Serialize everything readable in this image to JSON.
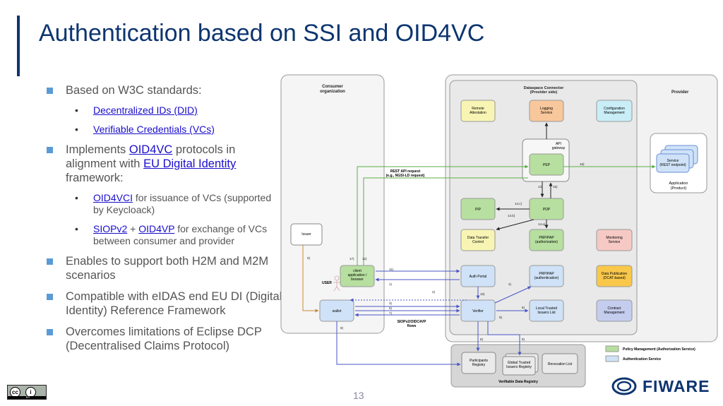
{
  "slide": {
    "title": "Authentication based on SSI and OID4VC",
    "page_number": "13"
  },
  "bullets": {
    "w3c": "Based on W3C standards:",
    "did_link": "Decentralized IDs (DID)",
    "vc_link": "Verifiable Credentials (VCs)",
    "impl_pre": "Implements ",
    "impl_link1": "OID4VC",
    "impl_mid": " protocols in alignment with ",
    "impl_link2": "EU Digital Identity",
    "impl_post": " framework:",
    "oid4vci_link": "OID4VCI",
    "oid4vci_text": " for issuance of VCs (supported by Keycloack)",
    "siop_link": "SIOPv2",
    "siop_plus": " + ",
    "oid4vp_link": "OID4VP",
    "siop_text": " for exchange of VCs between consumer and provider",
    "h2m": "Enables to support both H2M and M2M scenarios",
    "eidas": "Compatible with eIDAS end EU DI (Digital Identity) Reference Framework",
    "dcp": "Overcomes limitations of Eclipse DCP (Decentralised Claims Protocol)"
  },
  "diagram": {
    "consumer_org": [
      "Consumer",
      "organization"
    ],
    "connector_title": [
      "Dataspace Connector",
      "(Provider side)"
    ],
    "provider": "Provider",
    "remote_attestation": [
      "Remote",
      "Attestation"
    ],
    "logging_service": [
      "Logging",
      "Service"
    ],
    "configuration_management": [
      "Configuration",
      "Management"
    ],
    "api_gateway": [
      "API",
      "gateway"
    ],
    "pep": "PEP",
    "service": [
      "Service",
      "(REST endpoint)"
    ],
    "application": [
      "Application",
      "(Product)"
    ],
    "rest_api_request": [
      "REST API request",
      "(e.g., NGSI-LD request)"
    ],
    "pip": "PIP",
    "pdp": "PDP",
    "issuer": "Issuer",
    "data_transfer_control": [
      "Data Transfer",
      "Control"
    ],
    "prp_pap_authorization": [
      "PRP/PAP",
      "(authorization)"
    ],
    "monitoring_service": [
      "Monitoring",
      "Service"
    ],
    "user": "USER",
    "client_app": [
      "client",
      "application /",
      "browser"
    ],
    "auth_portal": "Auth Portal",
    "prp_pap_authentication": [
      "PRP/PAP",
      "(authentication)"
    ],
    "data_publication": [
      "Data Publication",
      "(DCAT-based)"
    ],
    "wallet": "wallet",
    "verifier": "Verifier",
    "local_trusted_issuers": [
      "Local Trusted",
      "Issuers List"
    ],
    "contract_management": [
      "Contract",
      "Management"
    ],
    "flows": [
      "SIOPv2/OIDC4VP",
      "flows"
    ],
    "participants_registry": [
      "Participants",
      "Registry"
    ],
    "global_trusted_issuers": [
      "Global Trusted",
      "Issuers Registry"
    ],
    "revocation_list": "Revocation List",
    "verifiable_data_registry": "Verifiable Data Registry",
    "legend_policy": "Policy Management (Authorization Service)",
    "legend_auth": "Authentication Service",
    "flow_labels": {
      "l16": "16)",
      "l13": "13)",
      "l15": "15)",
      "l14c": "14.c)",
      "l14b": "14.b)",
      "l14a": "14.a)",
      "l0": "0)",
      "l17": "17)",
      "l12": "12)",
      "l11": "11)",
      "l1": "1)",
      "l2": "2)",
      "l10": "10)",
      "l4": "4)",
      "l3": "3)",
      "l5": "5)",
      "l7": "7)",
      "l6": "6)",
      "l9": "9)",
      "l8": "8)",
      "l8b": "8)",
      "l8c": "8)"
    }
  },
  "logo": {
    "fiware": "FIWARE",
    "cc": "cc",
    "by": "BY"
  },
  "colors": {
    "title": "#0d3570",
    "link": "#1a0dcc",
    "bullet_square": "#5b9bd5",
    "policy_green": "#b7dfa0",
    "auth_blue": "#cfe2f7",
    "flow_green": "#5aaf47",
    "flow_blue": "#4a56c6",
    "issuer_orange": "#c98a3b"
  }
}
